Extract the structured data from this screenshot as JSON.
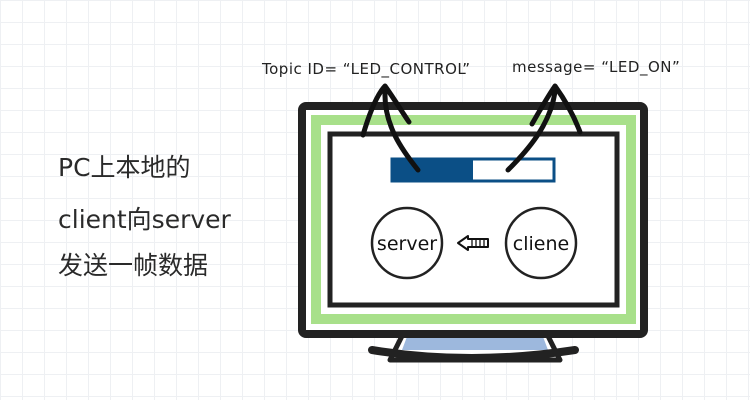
{
  "annotations": {
    "topic_id": "Topic ID= “LED_CONTROL”",
    "message": "message= “LED_ON”"
  },
  "caption": {
    "line1": "PC上本地的",
    "line2": "client向server",
    "line3": "发送一帧数据"
  },
  "nodes": {
    "server": "server",
    "client": "cliene"
  },
  "progress": {
    "fraction": 0.5
  },
  "colors": {
    "screen_glow": "#a8e08a",
    "bezel": "#222222",
    "progress_fill": "#0b4f86",
    "stand_base": "#9db8dd"
  },
  "icons": {
    "arrow": "arrow-left-icon"
  }
}
